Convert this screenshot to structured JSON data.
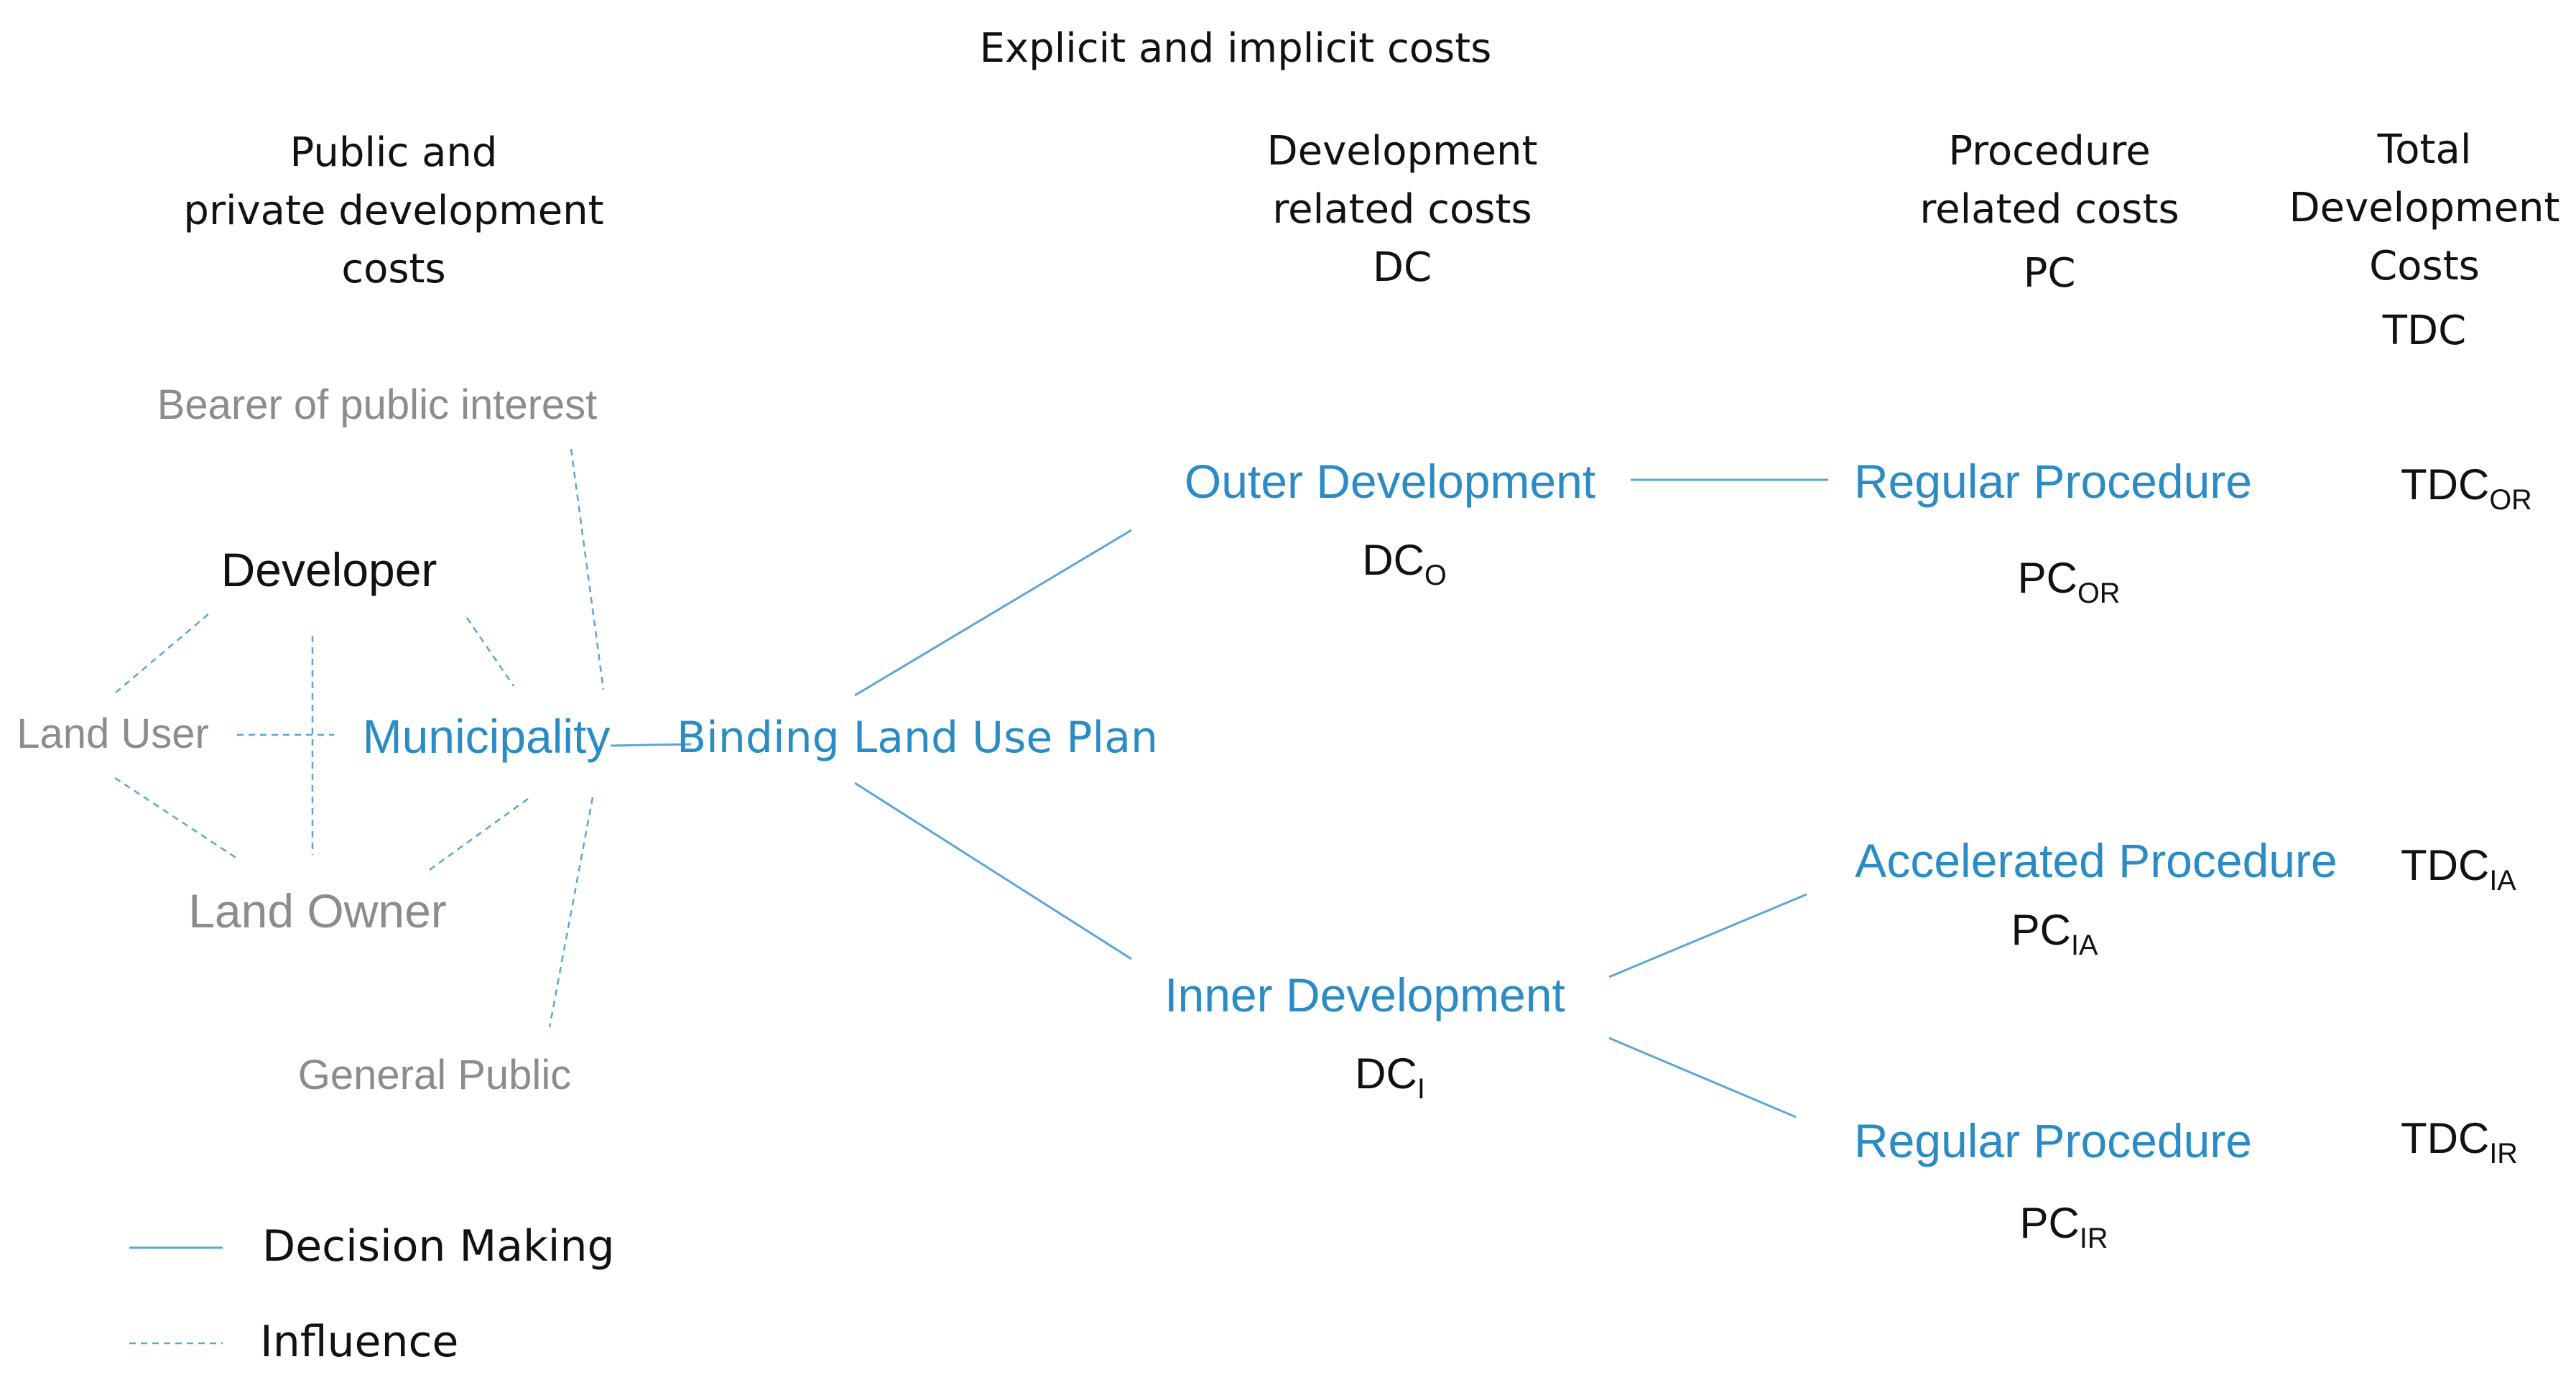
{
  "title": "Explicit and implicit costs",
  "columns": {
    "public_private": [
      "Public and",
      "private development",
      "costs"
    ],
    "development": [
      "Development",
      "related costs",
      "DC"
    ],
    "procedure": [
      "Procedure",
      "related costs",
      "PC"
    ],
    "total": [
      "Total",
      "Development",
      "Costs",
      "TDC"
    ]
  },
  "actors": {
    "bearer": "Bearer of public interest",
    "developer": "Developer",
    "land_user": "Land User",
    "municipality": "Municipality",
    "land_owner": "Land Owner",
    "general_public": "General Public"
  },
  "plan": "Binding Land Use Plan",
  "development": {
    "outer": {
      "label": "Outer Development",
      "code": "DC",
      "sub": "O"
    },
    "inner": {
      "label": "Inner Development",
      "code": "DC",
      "sub": "I"
    }
  },
  "procedures": {
    "outer_regular": {
      "label": "Regular Procedure",
      "pc": "PC",
      "pc_sub": "OR",
      "tdc": "TDC",
      "tdc_sub": "OR"
    },
    "inner_accelerated": {
      "label": "Accelerated Procedure",
      "pc": "PC",
      "pc_sub": "IA",
      "tdc": "TDC",
      "tdc_sub": "IA"
    },
    "inner_regular": {
      "label": "Regular Procedure",
      "pc": "PC",
      "pc_sub": "IR",
      "tdc": "TDC",
      "tdc_sub": "IR"
    }
  },
  "legend": {
    "decision": "Decision Making",
    "influence": "Influence"
  },
  "colors": {
    "accent": "#2a8bc5",
    "grey": "#8c8c8c",
    "text": "#111111"
  }
}
